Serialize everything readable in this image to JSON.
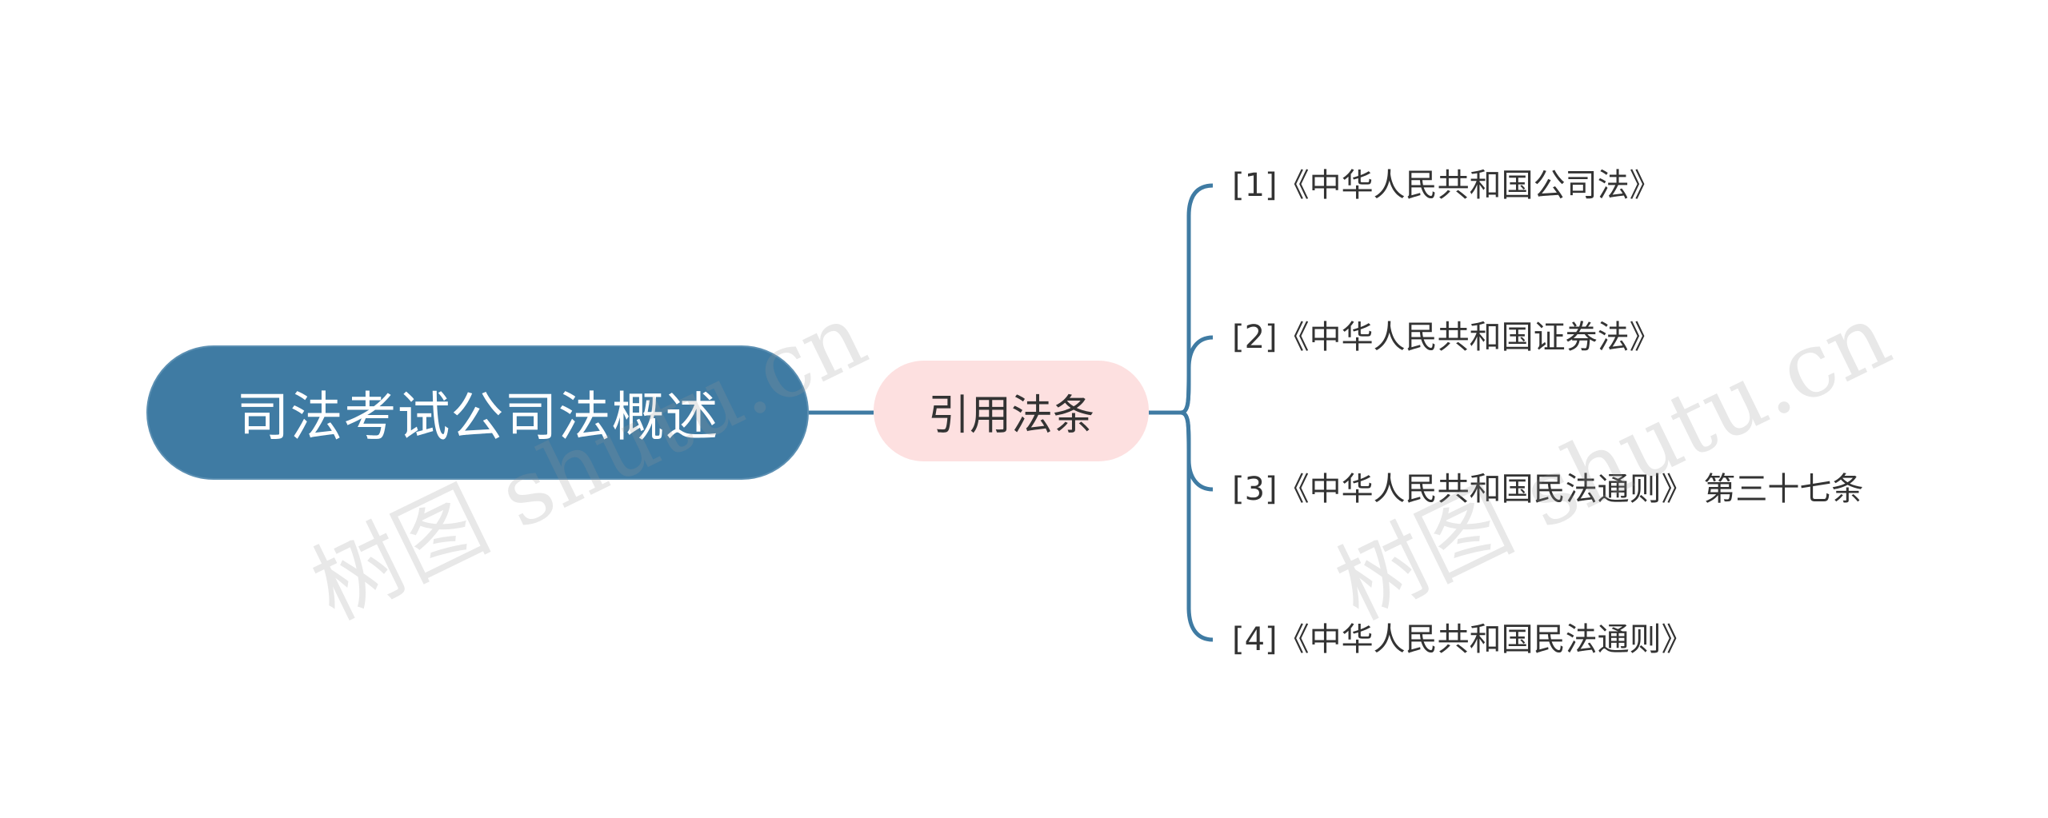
{
  "root": {
    "label": "司法考试公司法概述"
  },
  "branch": {
    "label": "引用法条"
  },
  "leaves": [
    {
      "label": "[1]《中华人民共和国公司法》"
    },
    {
      "label": "[2]《中华人民共和国证券法》"
    },
    {
      "label": "[3]《中华人民共和国民法通则》 第三十七条"
    },
    {
      "label": "[4]《中华人民共和国民法通则》"
    }
  ],
  "watermarks": [
    {
      "text": "树图 shutu.cn"
    },
    {
      "text": "树图 shutu.cn"
    }
  ],
  "colors": {
    "root_fill": "#3f7ba3",
    "branch_fill": "#fde0e0",
    "connector": "#3f7ba3",
    "text_dark": "#333333",
    "text_light": "#ffffff"
  }
}
